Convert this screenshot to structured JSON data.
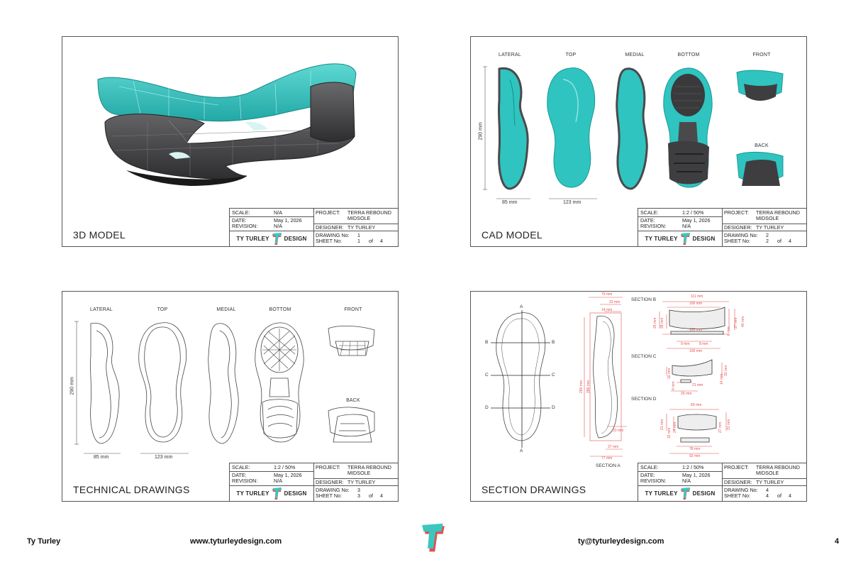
{
  "footer": {
    "name": "Ty Turley",
    "website": "www.tyturleydesign.com",
    "email": "ty@tyturleydesign.com",
    "page_number": "4"
  },
  "title_block": {
    "scale_label": "SCALE:",
    "date_label": "DATE:",
    "revision_label": "REVISION:",
    "project_label": "PROJECT:",
    "project_value": "TERRA REBOUND MIDSOLE",
    "designer_label": "DESIGNER:",
    "designer_value": "TY TURLEY",
    "drawing_no_label": "DRAWING No:",
    "sheet_no_label": "SHEET No:",
    "of_label": "of",
    "total_sheets": "4",
    "date_value": "May 1, 2026",
    "revision_value": "N/A",
    "logo_left": "TY TURLEY",
    "logo_right": "DESIGN"
  },
  "sheets": [
    {
      "title": "3D MODEL",
      "scale": "N/A",
      "drawing_no": "1",
      "sheet_no": "1"
    },
    {
      "title": "CAD MODEL",
      "scale": "1:2 / 50%",
      "drawing_no": "2",
      "sheet_no": "2"
    },
    {
      "title": "TECHNICAL DRAWINGS",
      "scale": "1:2 / 50%",
      "drawing_no": "3",
      "sheet_no": "3"
    },
    {
      "title": "SECTION DRAWINGS",
      "scale": "1:2 / 50%",
      "drawing_no": "4",
      "sheet_no": "4"
    }
  ],
  "views": {
    "lateral": "LATERAL",
    "top": "TOP",
    "medial": "MEDIAL",
    "bottom": "BOTTOM",
    "front": "FRONT",
    "back": "BACK"
  },
  "dims": {
    "length": "290 mm",
    "width_lateral": "85 mm",
    "width_top": "123 mm"
  },
  "sections": {
    "a": "SECTION A",
    "b": "SECTION B",
    "c": "SECTION C",
    "d": "SECTION D",
    "letters": [
      "A",
      "B",
      "C",
      "D"
    ],
    "a_dims": [
      "79 mm",
      "23 mm",
      "14 mm",
      "290 mm",
      "286 mm",
      "23 mm",
      "37 mm",
      "77 mm"
    ],
    "b_dims": [
      "111 mm",
      "100 mm",
      "25 mm",
      "28 mm",
      "40 mm",
      "27 mm",
      "9 mm",
      "6 mm",
      "121 mm",
      "9 mm",
      "8 mm",
      "100 mm"
    ],
    "c_dims": [
      "16 mm",
      "32 mm",
      "4 mm",
      "14 mm",
      "12 mm",
      "21 mm",
      "26 mm"
    ],
    "d_dims": [
      "69 mm",
      "21 mm",
      "24 mm",
      "32 mm",
      "8 mm",
      "27 mm",
      "31 mm",
      "78 mm",
      "92 mm"
    ]
  },
  "colors": {
    "teal": "#2fc4c0",
    "dark_gray": "#4a4a4c",
    "red": "#e05050",
    "logo_teal": "#3cc6c0"
  }
}
